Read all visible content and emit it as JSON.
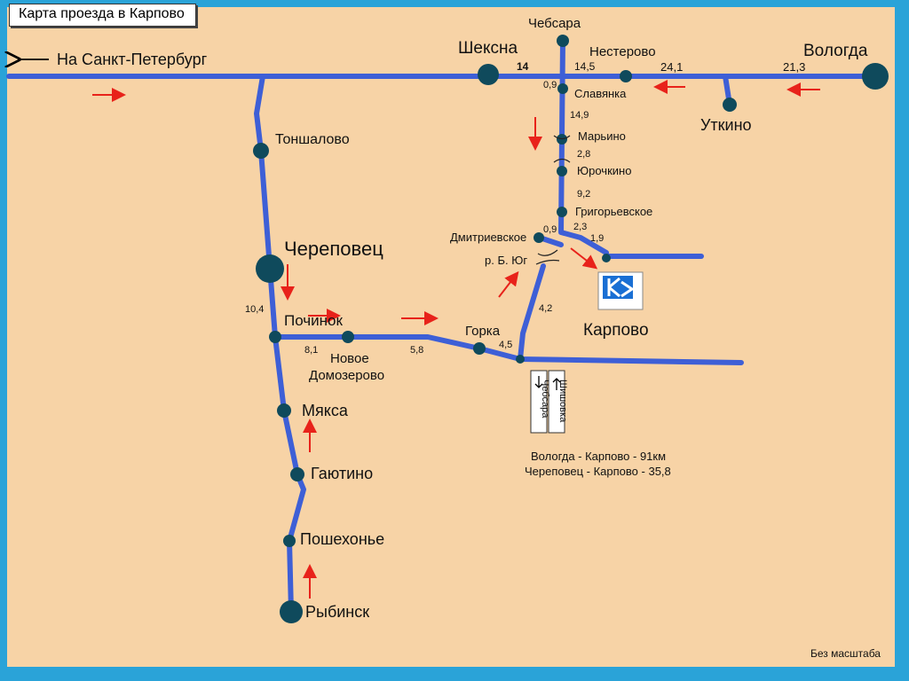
{
  "title": "Карта проезда  в Карпово",
  "colors": {
    "road": "#3e5fd6",
    "node": "#0f4a5c",
    "arrow": "#e8221a",
    "background": "#f7d3a6",
    "frame": "#2aa3d8"
  },
  "labels": {
    "spb": "На Санкт-Петербург",
    "sheksna": "Шексна",
    "chebsara": "Чебсара",
    "nesterovo": "Нестерово",
    "vologda": "Вологда",
    "slavyanka": "Славянка",
    "utkino": "Уткино",
    "tonshalovo": "Тоншалово",
    "marino": "Марьино",
    "yurochkino": "Юрочкино",
    "grigorievskoe": "Григорьевское",
    "dmitrievskoe": "Дмитриевское",
    "river": "р. Б. Юг",
    "cherepovets": "Череповец",
    "pochinok": "Починок",
    "gorka": "Горка",
    "karpovo": "Карпово",
    "novoe": "Новое",
    "domozerovo": "Домозерово",
    "myaksa": "Мякса",
    "gayutino": "Гаютино",
    "poshekhonye": "Пошехонье",
    "rybinsk": "Рыбинск",
    "sign_left": "Чебсара",
    "sign_right": "Шишовка",
    "dist_vologda": "Вологда - Карпово - 91км",
    "dist_cherepovets": "Череповец - Карпово - 35,8",
    "scale_note": "Без масштаба"
  },
  "distances": {
    "d14": "14",
    "d14_5": "14,5",
    "d24_1": "24,1",
    "d21_3": "21,3",
    "d0_9a": "0,9",
    "d14_9": "14,9",
    "d2_8": "2,8",
    "d9_2": "9,2",
    "d2_3": "2,3",
    "d0_9b": "0,9",
    "d1_9": "1,9",
    "d4_2": "4,2",
    "d10_4": "10,4",
    "d8_1": "8,1",
    "d5_8": "5,8",
    "d4_5": "4,5"
  }
}
